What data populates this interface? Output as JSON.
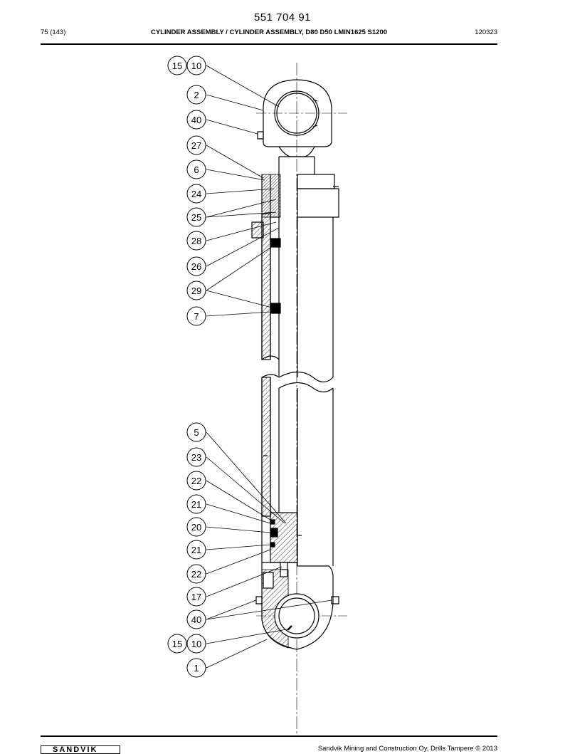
{
  "header": {
    "doc_number": "551 704 91",
    "page": "75 (143)",
    "title": "CYLINDER ASSEMBLY / CYLINDER ASSEMBLY, D80 D50 LMIN1625 S1200",
    "revision": "120323"
  },
  "footer": {
    "logo": "SANDVIK",
    "copyright": "Sandvik Mining and Construction Oy, Drills Tampere © 2013"
  },
  "callouts": [
    "15",
    "10",
    "2",
    "40",
    "27",
    "6",
    "24",
    "25",
    "28",
    "26",
    "29",
    "7",
    "5",
    "23",
    "22",
    "21",
    "20",
    "21",
    "22",
    "17",
    "40",
    "15",
    "10",
    "1"
  ]
}
